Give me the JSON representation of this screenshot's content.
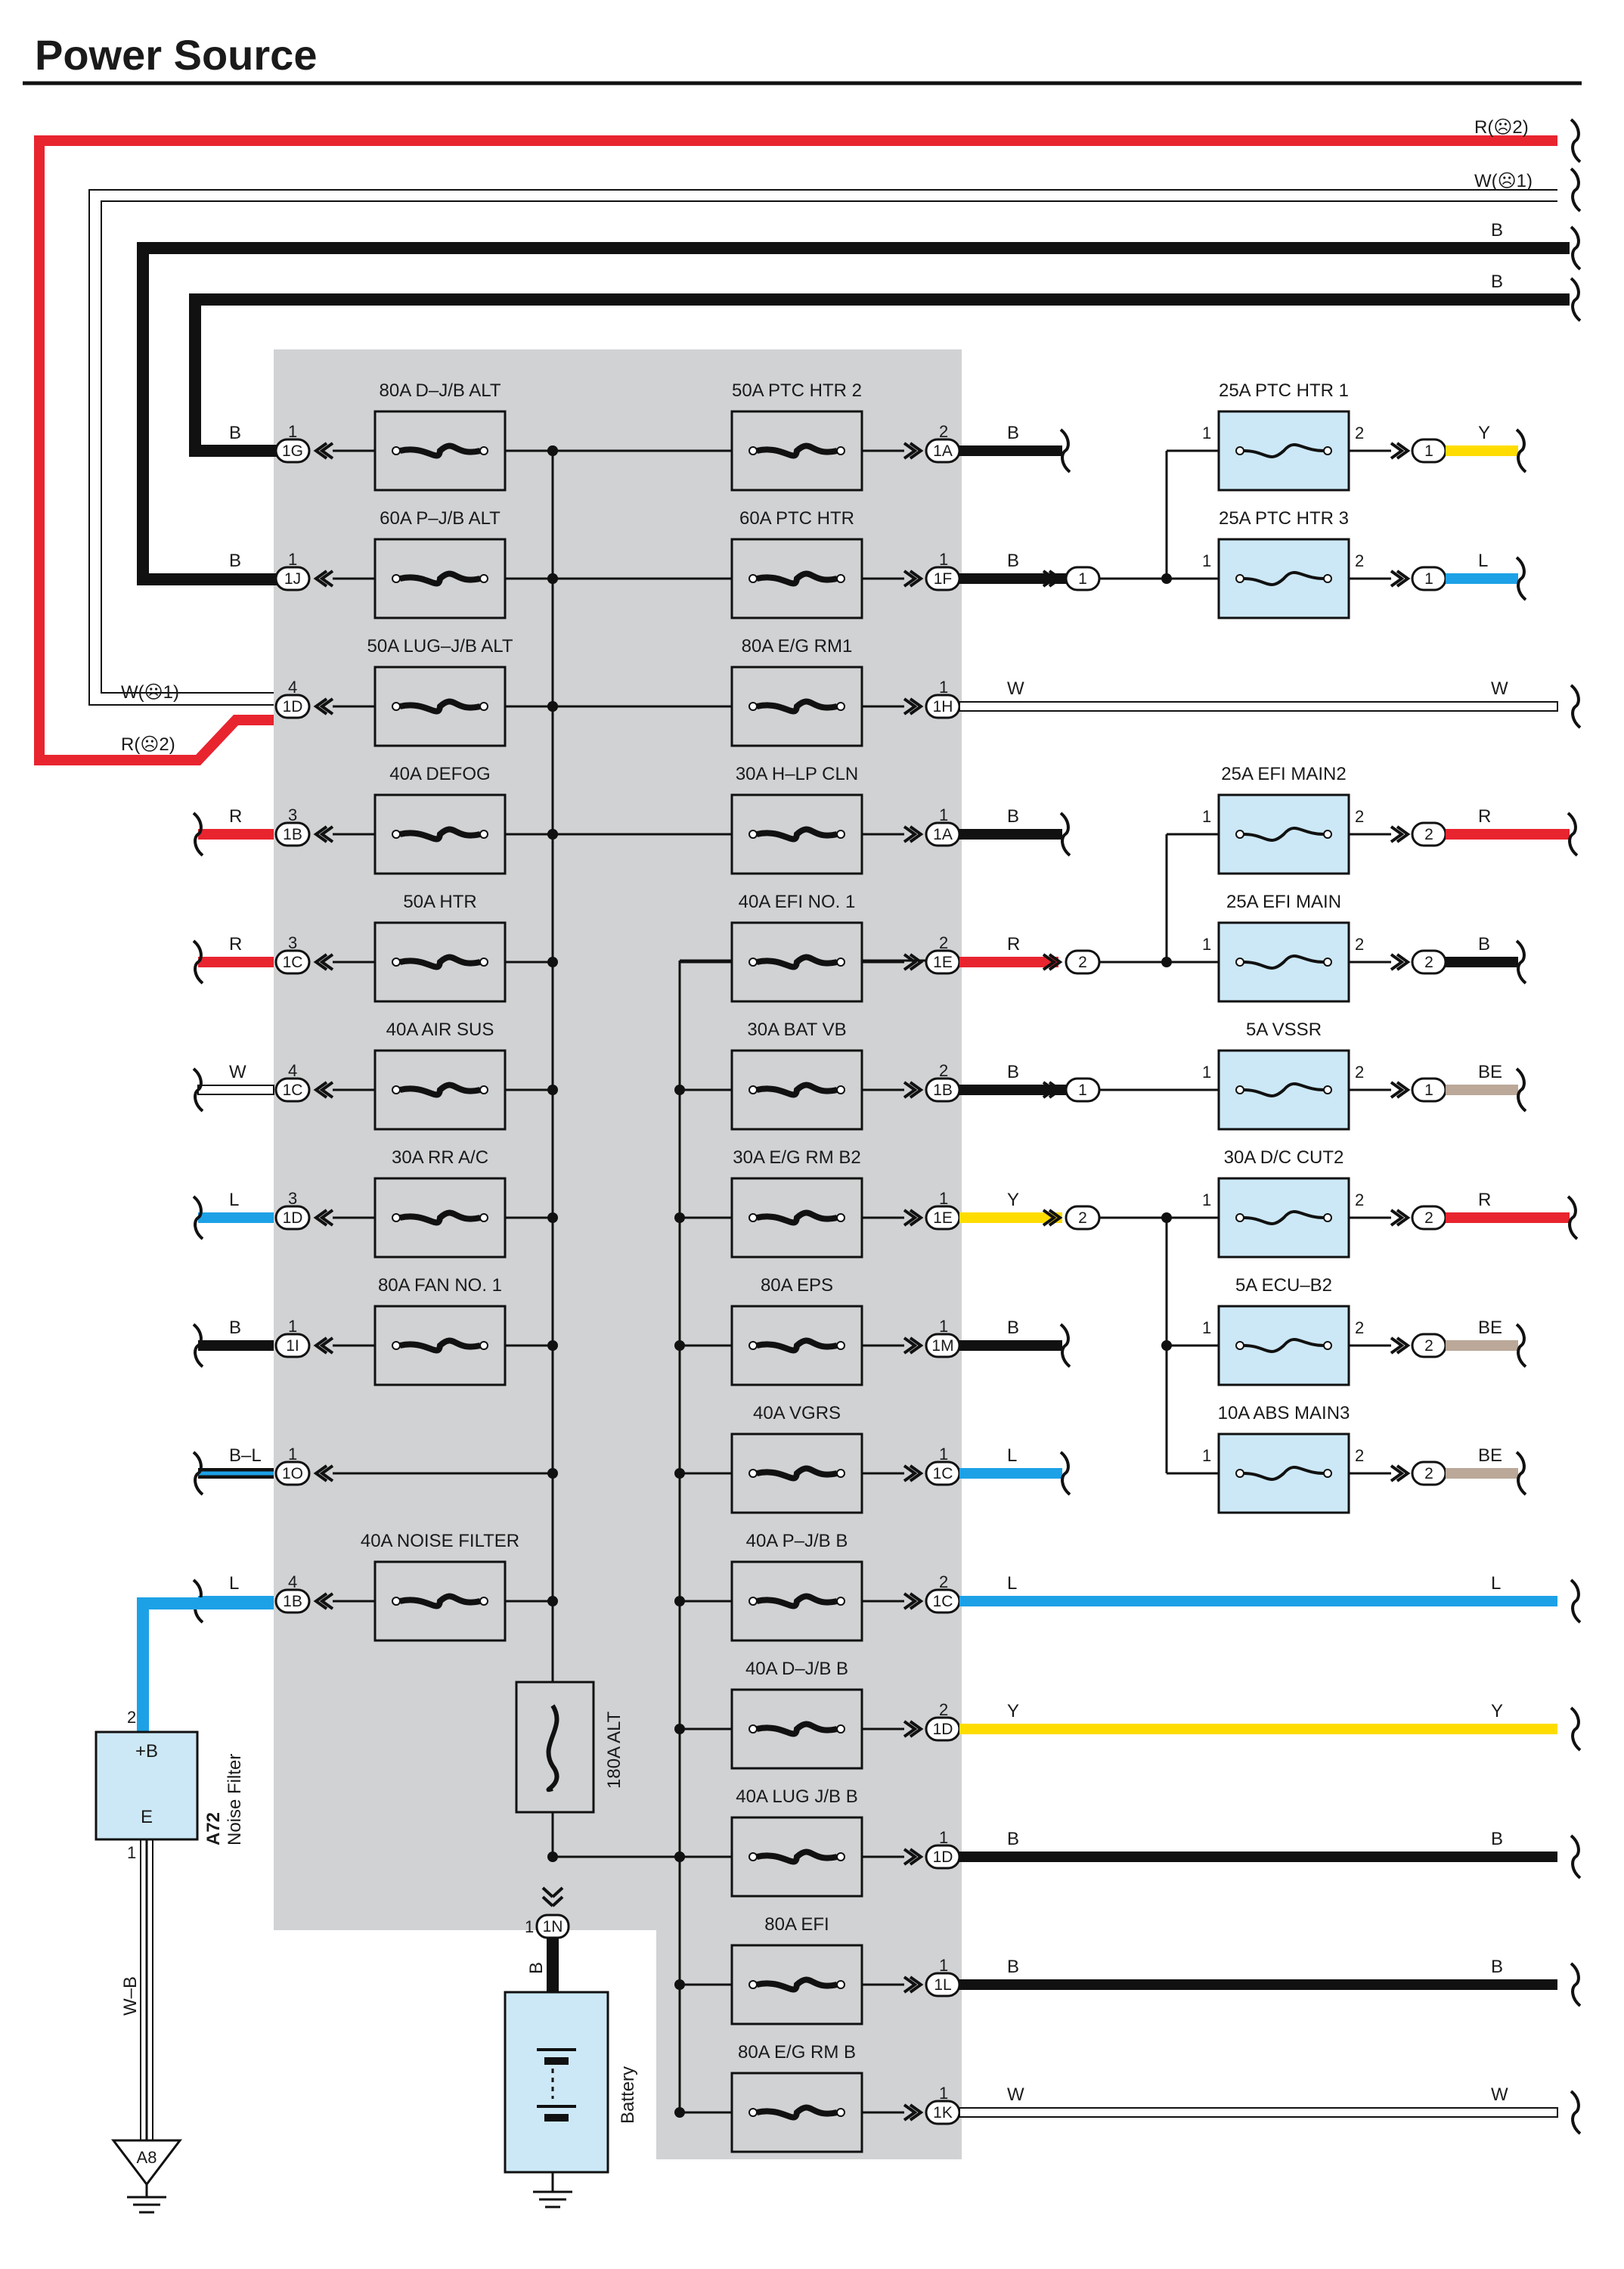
{
  "title": "Power Source",
  "colors": {
    "R": "#e8242f",
    "W": "#ffffff",
    "B": "#111111",
    "Y": "#ffdc00",
    "L": "#1da1e6",
    "BE": "#bba899",
    "panel": "#d1d2d4",
    "fuse_blue": "#cce8f6"
  },
  "top_wires": [
    {
      "label": "R(☹2)",
      "color": "R"
    },
    {
      "label": "W(☹1)",
      "color": "W"
    },
    {
      "label": "B",
      "color": "B"
    },
    {
      "label": "B",
      "color": "B"
    }
  ],
  "left_fuses": [
    {
      "name": "80A D–J/B ALT",
      "pin": "1",
      "conn": "1G",
      "wire": "B"
    },
    {
      "name": "60A P–J/B ALT",
      "pin": "1",
      "conn": "1J",
      "wire": "B"
    },
    {
      "name": "50A LUG–J/B ALT",
      "pin": "4",
      "conn": "1D",
      "wire": "W(☹1)",
      "wire2": "R(☹2)"
    },
    {
      "name": "40A DEFOG",
      "pin": "3",
      "conn": "1B",
      "wire": "R"
    },
    {
      "name": "50A HTR",
      "pin": "3",
      "conn": "1C",
      "wire": "R"
    },
    {
      "name": "40A AIR SUS",
      "pin": "4",
      "conn": "1C",
      "wire": "W"
    },
    {
      "name": "30A RR A/C",
      "pin": "3",
      "conn": "1D",
      "wire": "L"
    },
    {
      "name": "80A FAN NO. 1",
      "pin": "1",
      "conn": "1I",
      "wire": "B"
    },
    {
      "name": "",
      "pin": "1",
      "conn": "1O",
      "wire": "B–L"
    },
    {
      "name": "40A NOISE FILTER",
      "pin": "4",
      "conn": "1B",
      "wire": "L"
    }
  ],
  "right_fuses": [
    {
      "name": "50A PTC HTR 2",
      "pin": "2",
      "conn": "1A",
      "wire": "B"
    },
    {
      "name": "60A PTC HTR",
      "pin": "1",
      "conn": "1F",
      "wire": "B"
    },
    {
      "name": "80A E/G RM1",
      "pin": "1",
      "conn": "1H",
      "wire": "W",
      "end_label": "W"
    },
    {
      "name": "30A H–LP CLN",
      "pin": "1",
      "conn": "1A",
      "wire": "B"
    },
    {
      "name": "40A EFI NO. 1",
      "pin": "2",
      "conn": "1E",
      "wire": "R"
    },
    {
      "name": "30A BAT VB",
      "pin": "2",
      "conn": "1B",
      "wire": "B"
    },
    {
      "name": "30A E/G RM B2",
      "pin": "1",
      "conn": "1E",
      "wire": "Y"
    },
    {
      "name": "80A EPS",
      "pin": "1",
      "conn": "1M",
      "wire": "B"
    },
    {
      "name": "40A VGRS",
      "pin": "1",
      "conn": "1C",
      "wire": "L"
    },
    {
      "name": "40A P–J/B B",
      "pin": "2",
      "conn": "1C",
      "wire": "L",
      "end_label": "L"
    },
    {
      "name": "40A D–J/B B",
      "pin": "2",
      "conn": "1D",
      "wire": "Y",
      "end_label": "Y"
    },
    {
      "name": "40A LUG J/B B",
      "pin": "1",
      "conn": "1D",
      "wire": "B",
      "end_label": "B"
    },
    {
      "name": "80A EFI",
      "pin": "1",
      "conn": "1L",
      "wire": "B",
      "end_label": "B"
    },
    {
      "name": "80A E/G RM B",
      "pin": "1",
      "conn": "1K",
      "wire": "W",
      "end_label": "W"
    }
  ],
  "junctions": {
    "j1": "1",
    "j2": "2",
    "j3": "1",
    "j4": "2"
  },
  "blue_fuses": [
    {
      "name": "25A PTC HTR 1",
      "pin_in": "1",
      "pin_out": "2",
      "conn": "1",
      "wire": "Y"
    },
    {
      "name": "25A PTC HTR 3",
      "pin_in": "1",
      "pin_out": "2",
      "conn": "1",
      "wire": "L"
    },
    {
      "name": "25A EFI MAIN2",
      "pin_in": "1",
      "pin_out": "2",
      "conn": "2",
      "wire": "R"
    },
    {
      "name": "25A EFI MAIN",
      "pin_in": "1",
      "pin_out": "2",
      "conn": "2",
      "wire": "B"
    },
    {
      "name": "5A VSSR",
      "pin_in": "1",
      "pin_out": "2",
      "conn": "1",
      "wire": "BE"
    },
    {
      "name": "30A D/C CUT2",
      "pin_in": "1",
      "pin_out": "2",
      "conn": "2",
      "wire": "R"
    },
    {
      "name": "5A ECU–B2",
      "pin_in": "1",
      "pin_out": "2",
      "conn": "2",
      "wire": "BE"
    },
    {
      "name": "10A ABS MAIN3",
      "pin_in": "1",
      "pin_out": "2",
      "conn": "2",
      "wire": "BE"
    }
  ],
  "alt_fuse": {
    "name": "180A ALT"
  },
  "battery": {
    "label": "Battery",
    "pin": "1",
    "conn": "1N",
    "wire": "B"
  },
  "noise_filter": {
    "code": "A72",
    "name": "Noise Filter",
    "term_b": "+B",
    "term_e": "E",
    "pin_top": "2",
    "pin_bottom": "1",
    "wire": "W–B",
    "ground": "A8"
  }
}
